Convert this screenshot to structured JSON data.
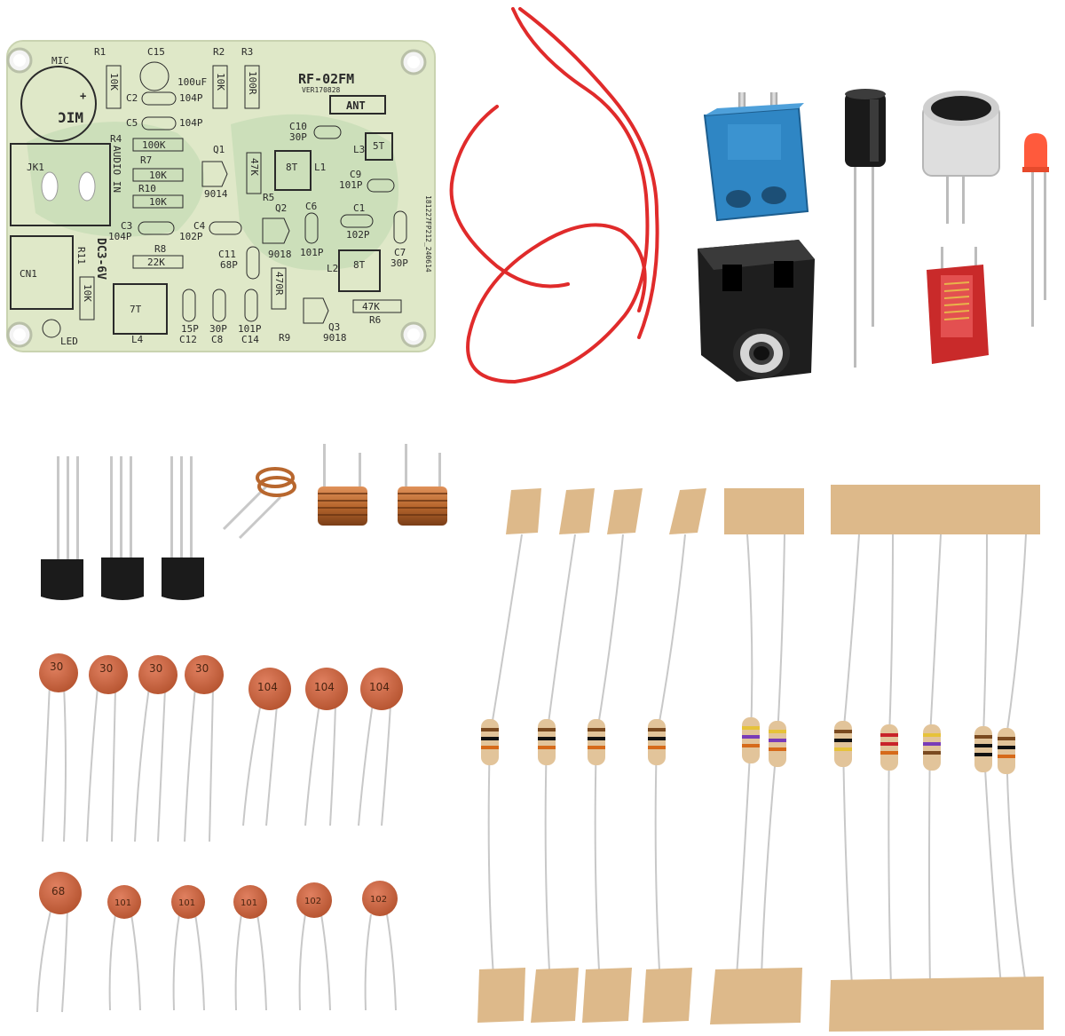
{
  "pcb": {
    "model": "RF-02FM",
    "version": "VER170828",
    "board_code": "181227FP212_240614",
    "labels": {
      "mic": "MIC",
      "mic_mirror": "MIC",
      "ant": "ANT",
      "jk1": "JK1",
      "cn1": "CN1",
      "audio_in": "AUDIO IN",
      "power": "DC3-6V",
      "led": "LED",
      "r1": "R1",
      "r2": "R2",
      "r3": "R3",
      "r4": "R4",
      "r5": "R5",
      "r6": "R6",
      "r7": "R7",
      "r8": "R8",
      "r9": "R9",
      "r10": "R10",
      "r11": "R11",
      "c1": "C1",
      "c2": "C2",
      "c3": "C3",
      "c4": "C4",
      "c5": "C5",
      "c6": "C6",
      "c7": "C7",
      "c8": "C8",
      "c9": "C9",
      "c10": "C10",
      "c11": "C11",
      "c12": "C12",
      "c14": "C14",
      "c15": "C15",
      "q1": "Q1",
      "q2": "Q2",
      "q3": "Q3",
      "l1": "L1",
      "l2": "L2",
      "l3": "L3",
      "l4": "L4",
      "v_10k": "10K",
      "v_100k": "100K",
      "v_22k": "22K",
      "v_47k": "47K",
      "v_470r": "470R",
      "v_100r": "100R",
      "v_104p": "104P",
      "v_102p": "102P",
      "v_101p": "101P",
      "v_30p": "30P",
      "v_68p": "68P",
      "v_15p": "15P",
      "v_100uf": "100uF",
      "v_9014": "9014",
      "v_9018": "9018",
      "v_8t": "8T",
      "v_5t": "5T",
      "v_7t": "7T"
    }
  },
  "capacitors": {
    "c30": "30",
    "c104": "104",
    "c68": "68",
    "c101": "101",
    "c102": "102"
  },
  "colors": {
    "pcb": "#dfe8c8",
    "wire": "#e02b2b",
    "terminal": "#2f86c4",
    "ceramic": "#c8623a",
    "paper_tape": "#ddb98a",
    "inductor": "#b8672e"
  }
}
